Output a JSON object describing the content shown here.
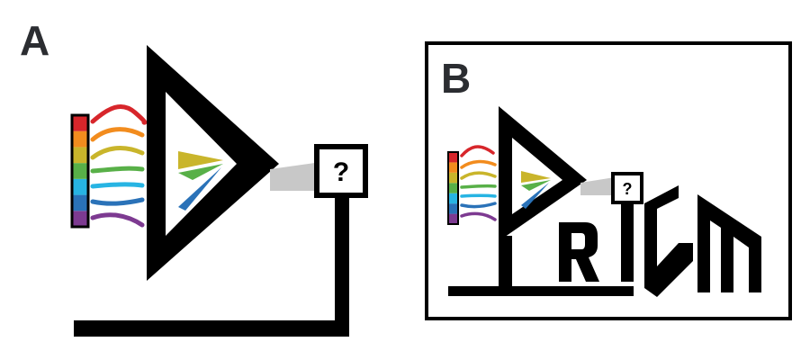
{
  "panels": [
    {
      "label": "A",
      "box_text": "?"
    },
    {
      "label": "B",
      "box_text": "?"
    }
  ],
  "colors": {
    "spectrum": [
      "#d7262b",
      "#f28c1e",
      "#c9b52b",
      "#58b048",
      "#27b4e3",
      "#2a72b8",
      "#7d3a91"
    ],
    "black": "#000000",
    "beam": "#c8c8c8",
    "frame": "#000000"
  },
  "icons": [
    "prism-icon",
    "question-box-icon",
    "spectrum-bar-icon",
    "light-wave-icon",
    "prism-wordmark"
  ]
}
